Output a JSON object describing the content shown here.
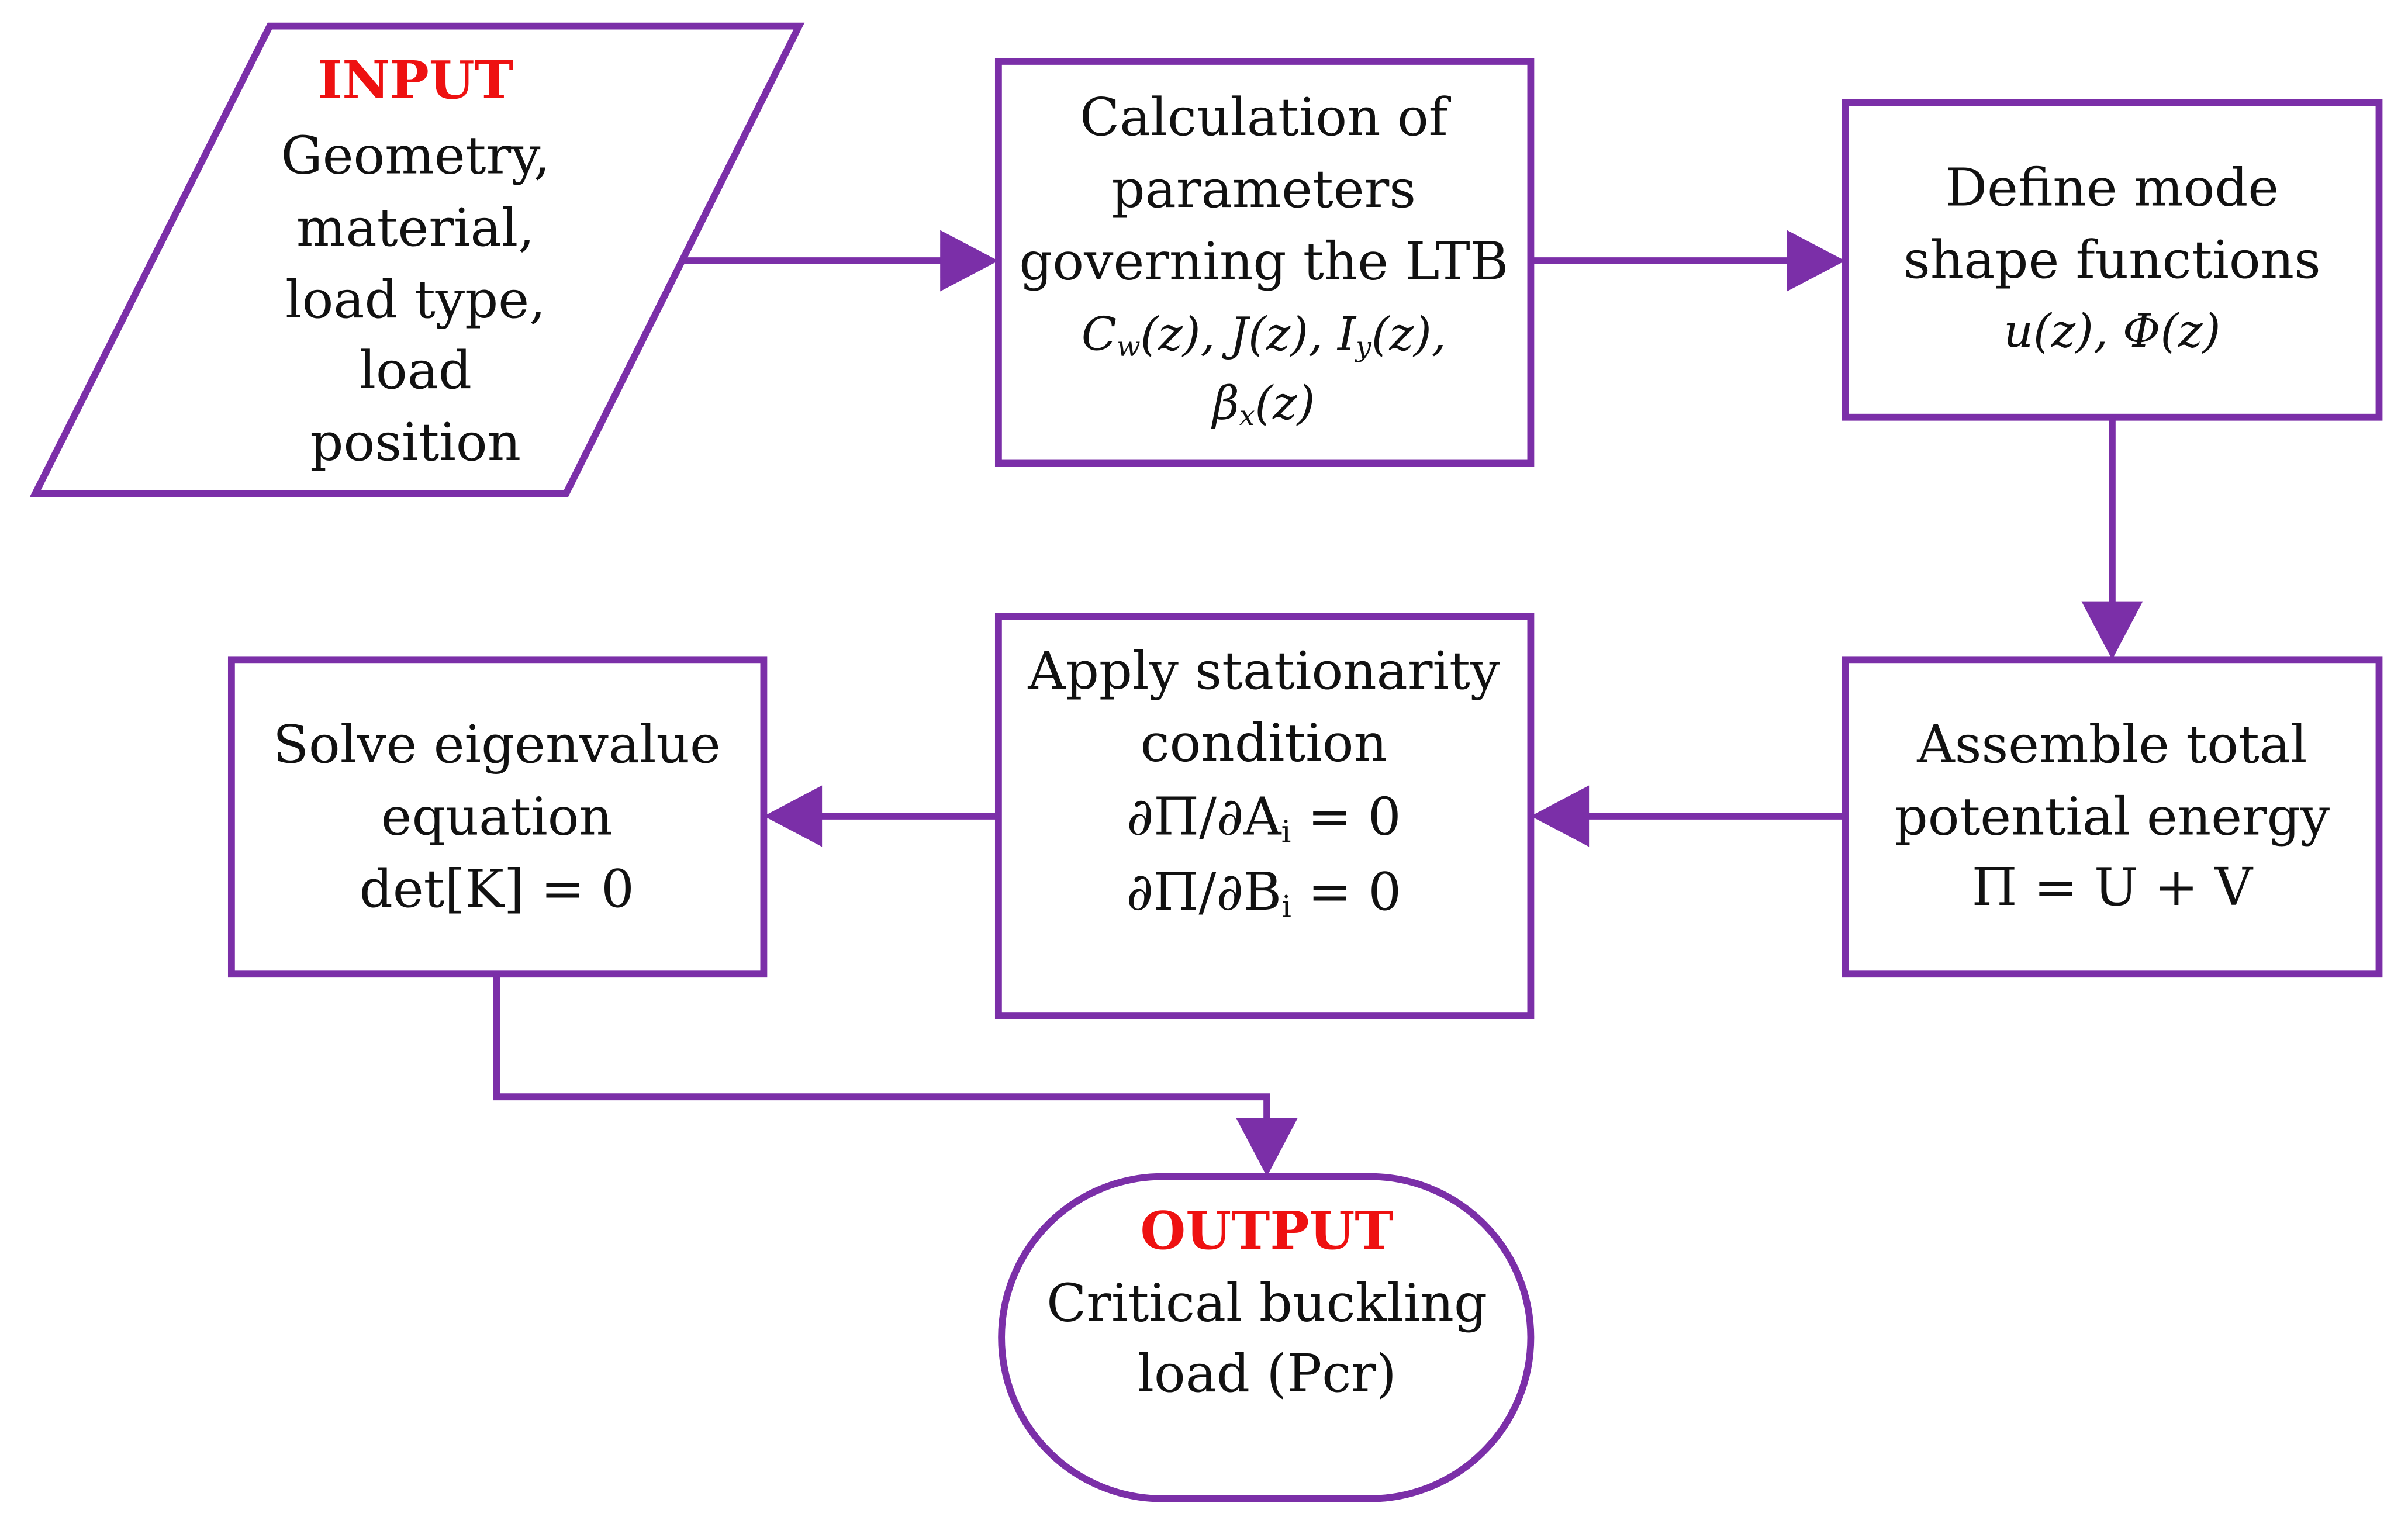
{
  "colors": {
    "stroke": "#7b2fa8",
    "text": "#111111",
    "accent": "#ee1111",
    "background": "#ffffff"
  },
  "input": {
    "heading": "INPUT",
    "line1": "Geometry,",
    "line2": "material,",
    "line3": "load type,",
    "line4": "load",
    "line5": "position"
  },
  "calc": {
    "line1": "Calculation of",
    "line2": "parameters",
    "line3": "governing the LTB",
    "cw": "C",
    "cw_sub": "w",
    "cw_arg": "(z), ",
    "j": "J(z), ",
    "iy": "I",
    "iy_sub": "y",
    "iy_arg": "(z),",
    "beta": "β",
    "beta_sub": "x",
    "beta_arg": "(z)"
  },
  "mode": {
    "line1": "Define mode",
    "line2": "shape functions",
    "line3": "u(z), Φ(z)"
  },
  "energy": {
    "line1": "Assemble total",
    "line2": "potential energy",
    "line3": "Π = U + V"
  },
  "stationarity": {
    "line1": "Apply stationarity",
    "line2": "condition",
    "eq1_pre": "∂Π/∂A",
    "eq1_sub": "i",
    "eq1_post": " = 0",
    "eq2_pre": "∂Π/∂B",
    "eq2_sub": "i",
    "eq2_post": " = 0"
  },
  "solve": {
    "line1": "Solve eigenvalue",
    "line2": "equation",
    "line3": "det[K] = 0"
  },
  "output": {
    "heading": "OUTPUT",
    "line1": "Critical buckling",
    "line2": "load (Pcr)"
  }
}
